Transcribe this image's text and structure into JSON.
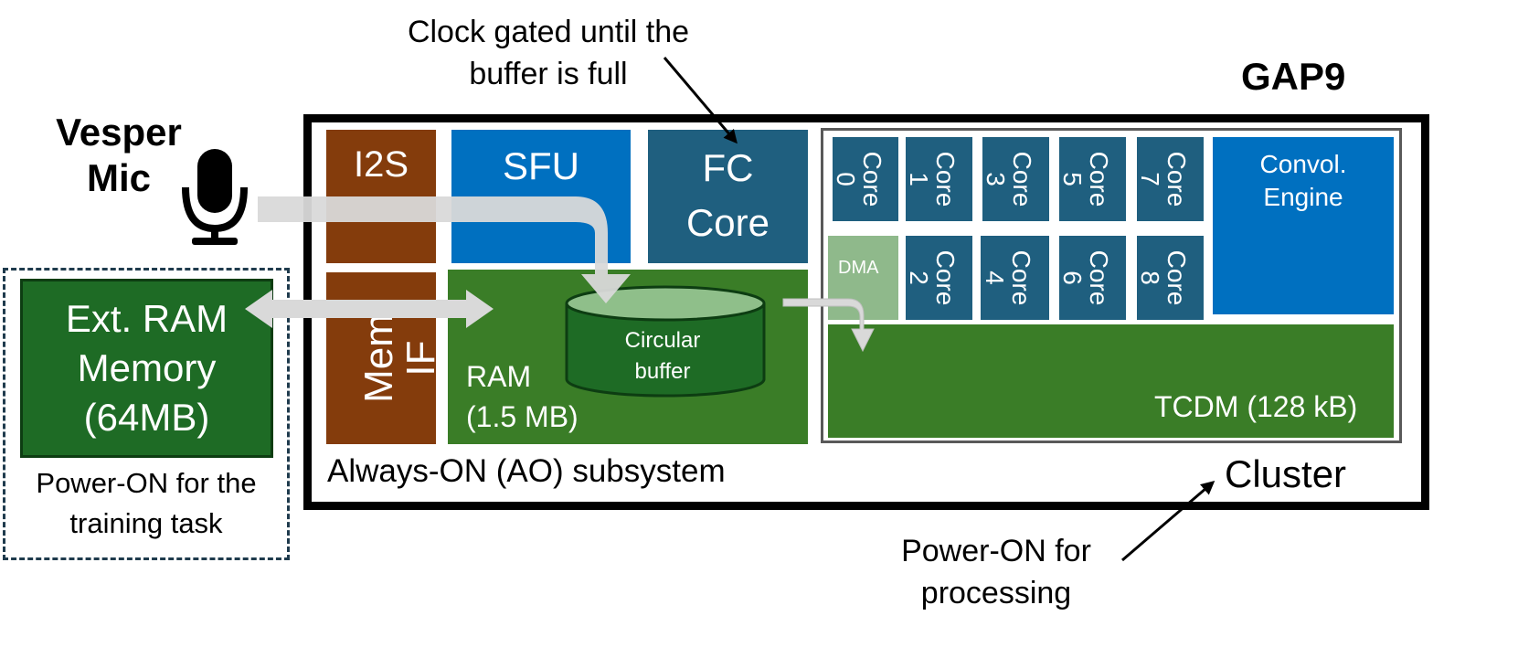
{
  "annotations": {
    "clock_gated_line1": "Clock gated until the",
    "clock_gated_line2": "buffer is full",
    "power_on_processing_line1": "Power-ON for",
    "power_on_processing_line2": "processing",
    "power_on_training_line1": "Power-ON for the",
    "power_on_training_line2": "training task"
  },
  "chip": {
    "title": "GAP9",
    "ao_label": "Always-ON (AO) subsystem",
    "cluster_label": "Cluster"
  },
  "mic": {
    "line1": "Vesper",
    "line2": "Mic",
    "icon": "microphone-icon"
  },
  "ext_ram": {
    "line1": "Ext. RAM",
    "line2": "Memory",
    "line3": "(64MB)"
  },
  "ao_blocks": {
    "i2s": "I2S",
    "sfu": "SFU",
    "fc_line1": "FC",
    "fc_line2": "Core",
    "mem_if_line1": "Mem",
    "mem_if_line2": "IF",
    "ram_line1": "RAM",
    "ram_line2": "(1.5 MB)",
    "buffer_line1": "Circular",
    "buffer_line2": "buffer"
  },
  "cluster_blocks": {
    "cores": [
      {
        "word": "Core",
        "num": "0"
      },
      {
        "word": "Core",
        "num": "1"
      },
      {
        "word": "Core",
        "num": "3"
      },
      {
        "word": "Core",
        "num": "5"
      },
      {
        "word": "Core",
        "num": "7"
      },
      {
        "word": "Core",
        "num": "2"
      },
      {
        "word": "Core",
        "num": "4"
      },
      {
        "word": "Core",
        "num": "6"
      },
      {
        "word": "Core",
        "num": "8"
      }
    ],
    "dma": "DMA",
    "convol_line1": "Convol.",
    "convol_line2": "Engine",
    "tcdm": "TCDM (128 kB)"
  },
  "colors": {
    "brown": "#843c0c",
    "blue": "#0070c0",
    "dark_teal": "#1f5f7f",
    "green": "#3a7d27",
    "dark_green": "#1e6b25",
    "dma_green": "#8fb98b",
    "arrow_grey": "#d9d9d9",
    "dashed_border": "#1f3b4d"
  }
}
